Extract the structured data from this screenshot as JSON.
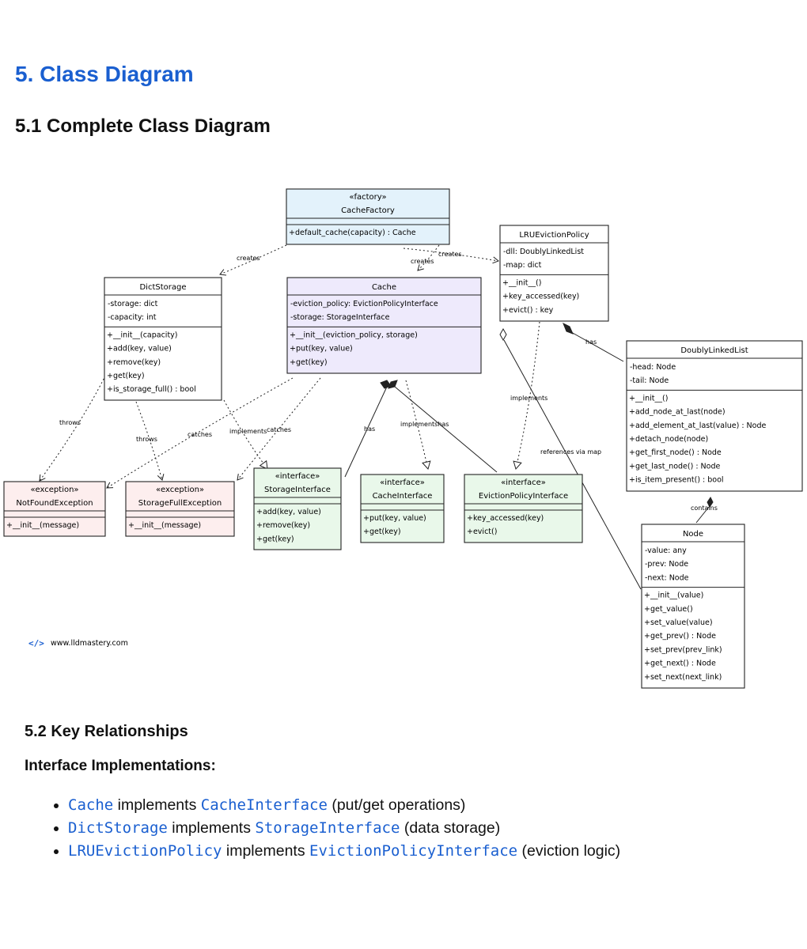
{
  "headings": {
    "h1": "5. Class Diagram",
    "h2": "5.1 Complete Class Diagram",
    "h3": "5.2 Key Relationships",
    "h4": "Interface Implementations:"
  },
  "diagram": {
    "classes": {
      "cache_factory": {
        "stereotype": "«factory»",
        "name": "CacheFactory",
        "attributes": [],
        "methods": [
          "+default_cache(capacity) : Cache"
        ]
      },
      "lru": {
        "name": "LRUEvictionPolicy",
        "attributes": [
          "-dll: DoublyLinkedList",
          "-map: dict"
        ],
        "methods": [
          "+__init__()",
          "+key_accessed(key)",
          "+evict() : key"
        ]
      },
      "dict_storage": {
        "name": "DictStorage",
        "attributes": [
          "-storage: dict",
          "-capacity: int"
        ],
        "methods": [
          "+__init__(capacity)",
          "+add(key, value)",
          "+remove(key)",
          "+get(key)",
          "+is_storage_full() : bool"
        ]
      },
      "cache": {
        "name": "Cache",
        "attributes": [
          "-eviction_policy: EvictionPolicyInterface",
          "-storage: StorageInterface"
        ],
        "methods": [
          "+__init__(eviction_policy, storage)",
          "+put(key, value)",
          "+get(key)"
        ]
      },
      "dll": {
        "name": "DoublyLinkedList",
        "attributes": [
          "-head: Node",
          "-tail: Node"
        ],
        "methods": [
          "+__init__()",
          "+add_node_at_last(node)",
          "+add_element_at_last(value) : Node",
          "+detach_node(node)",
          "+get_first_node() : Node",
          "+get_last_node() : Node",
          "+is_item_present() : bool"
        ]
      },
      "not_found": {
        "stereotype": "«exception»",
        "name": "NotFoundException",
        "attributes": [],
        "methods": [
          "+__init__(message)"
        ]
      },
      "storage_full": {
        "stereotype": "«exception»",
        "name": "StorageFullException",
        "attributes": [],
        "methods": [
          "+__init__(message)"
        ]
      },
      "storage_iface": {
        "stereotype": "«interface»",
        "name": "StorageInterface",
        "attributes": [],
        "methods": [
          "+add(key, value)",
          "+remove(key)",
          "+get(key)"
        ]
      },
      "cache_iface": {
        "stereotype": "«interface»",
        "name": "CacheInterface",
        "attributes": [],
        "methods": [
          "+put(key, value)",
          "+get(key)"
        ]
      },
      "eviction_iface": {
        "stereotype": "«interface»",
        "name": "EvictionPolicyInterface",
        "attributes": [],
        "methods": [
          "+key_accessed(key)",
          "+evict()"
        ]
      },
      "node": {
        "name": "Node",
        "attributes": [
          "-value: any",
          "-prev: Node",
          "-next: Node"
        ],
        "methods": [
          "+__init__(value)",
          "+get_value()",
          "+set_value(value)",
          "+get_prev() : Node",
          "+set_prev(prev_link)",
          "+get_next() : Node",
          "+set_next(next_link)"
        ]
      }
    },
    "edge_labels": {
      "creates_dict": "creates",
      "creates_cache": "creates",
      "creates_lru": "creates",
      "has_dll": "has",
      "throws_notfound": "throws",
      "throws_full": "throws",
      "catches_notfound": "catches",
      "implements_storage": "implements",
      "catches_full": "catches",
      "has_storage": "has",
      "implements_cache": "implementshas",
      "implements_eviction": "implements",
      "references": "references via map",
      "contains": "contains"
    },
    "watermark": "www.lldmastery.com"
  },
  "relationships": [
    {
      "subject": "Cache",
      "verb": "implements",
      "object": "CacheInterface",
      "note": "(put/get operations)"
    },
    {
      "subject": "DictStorage",
      "verb": "implements",
      "object": "StorageInterface",
      "note": "(data storage)"
    },
    {
      "subject": "LRUEvictionPolicy",
      "verb": "implements",
      "object": "EvictionPolicyInterface",
      "note": "(eviction logic)"
    }
  ],
  "colors": {
    "heading_blue": "#1a5fd0",
    "factory_fill": "#e3f2fb",
    "cache_fill": "#eeeafc",
    "exception_fill": "#fdeeee",
    "interface_fill": "#e9f8ea",
    "plain_fill": "#ffffff"
  }
}
